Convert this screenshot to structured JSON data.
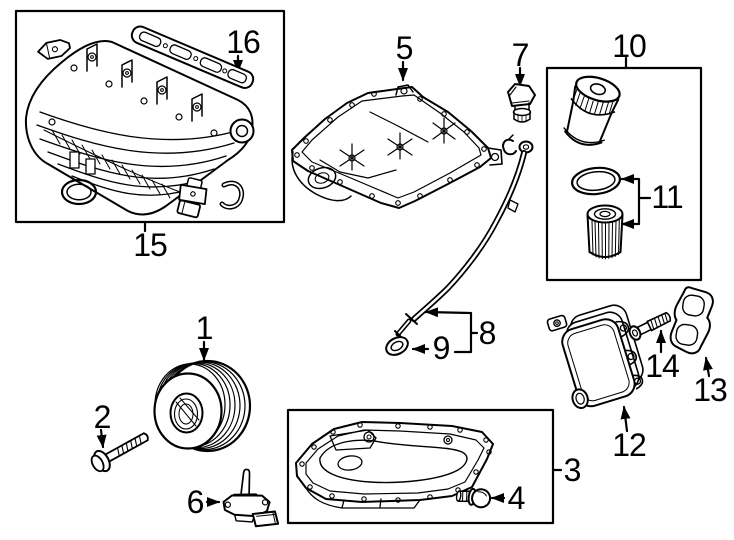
{
  "diagram": {
    "background": "#ffffff",
    "line_color": "#000000",
    "label_color": "#000000"
  },
  "callouts": [
    {
      "num": "1"
    },
    {
      "num": "2"
    },
    {
      "num": "3"
    },
    {
      "num": "4"
    },
    {
      "num": "5"
    },
    {
      "num": "6"
    },
    {
      "num": "7"
    },
    {
      "num": "8"
    },
    {
      "num": "9"
    },
    {
      "num": "10"
    },
    {
      "num": "11"
    },
    {
      "num": "12"
    },
    {
      "num": "13"
    },
    {
      "num": "14"
    },
    {
      "num": "15"
    },
    {
      "num": "16"
    }
  ]
}
